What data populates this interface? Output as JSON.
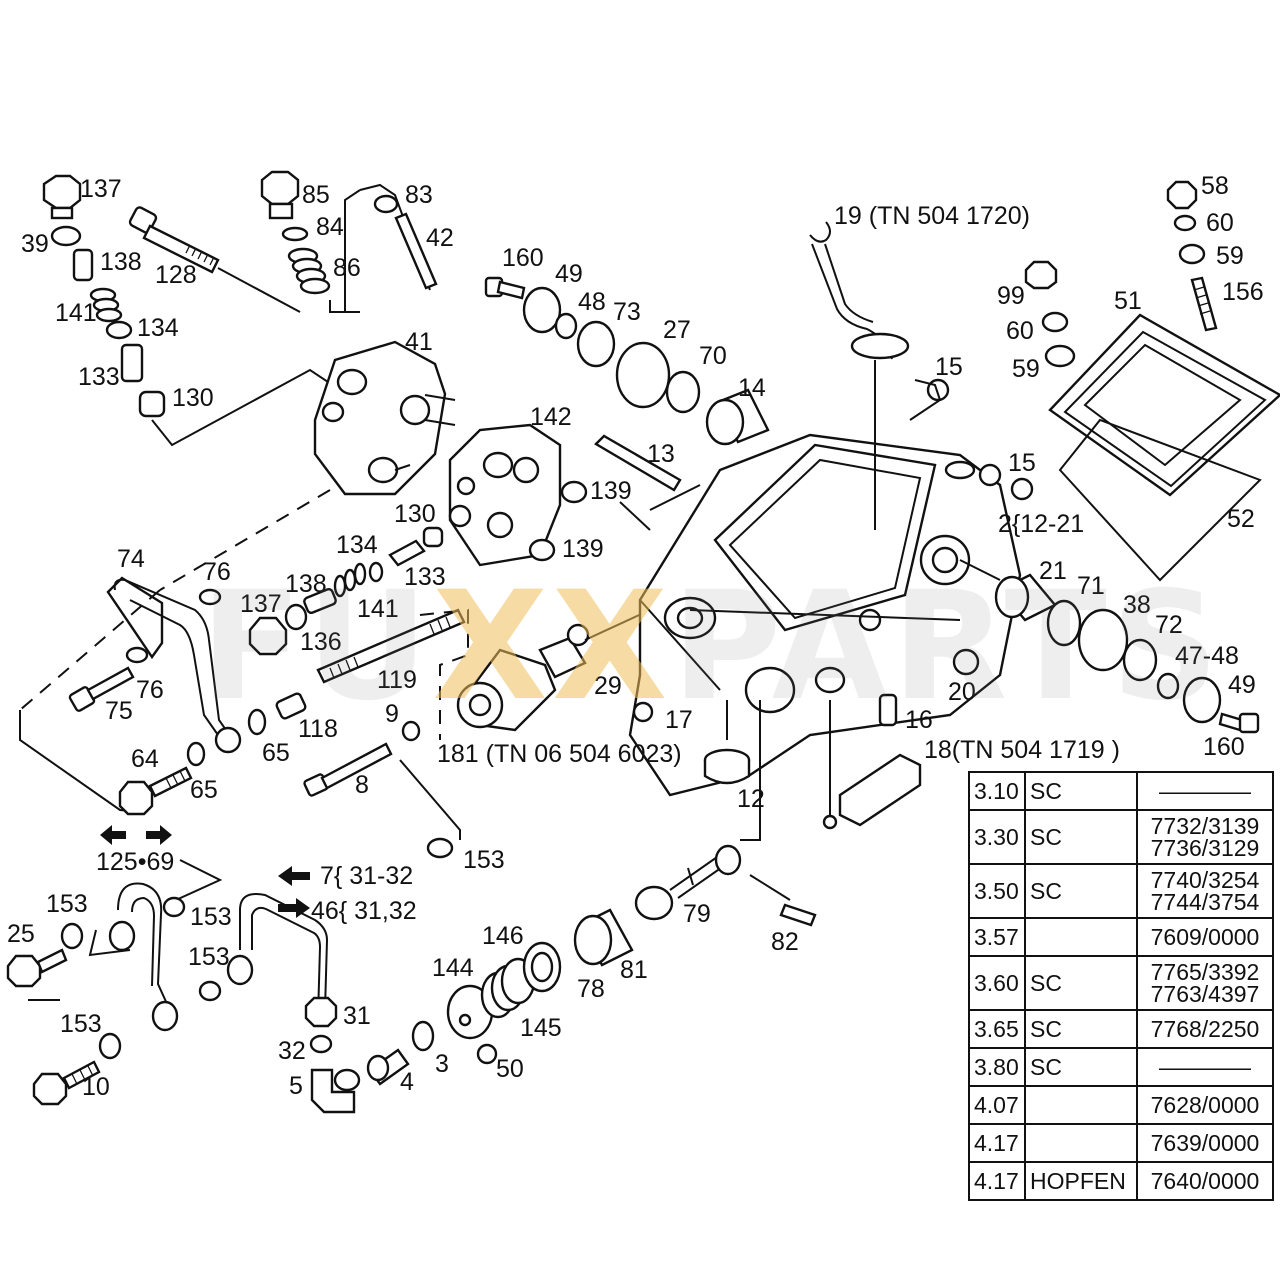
{
  "callouts": {
    "c137a": "137",
    "c39": "39",
    "c138a": "138",
    "c141a": "141",
    "c134a": "134",
    "c133a": "133",
    "c130a": "130",
    "c128": "128",
    "c85": "85",
    "c84": "84",
    "c86": "86",
    "c83": "83",
    "c42": "42",
    "c41": "41",
    "c160a": "160",
    "c49a": "49",
    "c48": "48",
    "c73": "73",
    "c27": "27",
    "c70": "70",
    "c14": "14",
    "c19": "19 (TN 504 1720)",
    "c58": "58",
    "c60a": "60",
    "c59a": "59",
    "c156": "156",
    "c99": "99",
    "c60b": "60",
    "c59b": "59",
    "c51": "51",
    "c15a": "15",
    "c15b": "15",
    "c2": "2{12-21",
    "c52": "52",
    "c142": "142",
    "c13": "13",
    "c139a": "139",
    "c139b": "139",
    "c130b": "130",
    "c134b": "134",
    "c133b": "133",
    "c74": "74",
    "c76a": "76",
    "c137b": "137",
    "c138b": "138",
    "c141b": "141",
    "c136": "136",
    "c119": "119",
    "c21": "21",
    "c71": "71",
    "c38": "38",
    "c72": "72",
    "c4748": "47-48",
    "c49b": "49",
    "c160b": "160",
    "c75": "75",
    "c76b": "76",
    "c118": "118",
    "c65a": "65",
    "c64": "64",
    "c65b": "65",
    "c9": "9",
    "c8": "8",
    "c29": "29",
    "c17": "17",
    "c20": "20",
    "c16": "16",
    "c181": "181 (TN 06 504 6023)",
    "c18": "18(TN 504 1719 )",
    "c12": "12",
    "c12569": "125•69",
    "c153a": "153",
    "c153b": "153",
    "c153c": "153",
    "c153d": "153",
    "c153e": "153",
    "c25": "25",
    "c10": "10",
    "c7": "7{ 31-32",
    "c46": "46{ 31,32",
    "c31": "31",
    "c32": "32",
    "c5": "5",
    "c4": "4",
    "c3": "3",
    "c50": "50",
    "c144": "144",
    "c146": "146",
    "c145": "145",
    "c78": "78",
    "c81": "81",
    "c79": "79",
    "c82": "82"
  },
  "watermark": {
    "pre": "FU",
    "mid": "XX",
    "post": "PARTS"
  },
  "table": {
    "rows": [
      {
        "ver": "3.10",
        "type": "SC",
        "nums": [
          "————"
        ]
      },
      {
        "ver": "3.30",
        "type": "SC",
        "nums": [
          "7732/3139",
          "7736/3129"
        ]
      },
      {
        "ver": "3.50",
        "type": "SC",
        "nums": [
          "7740/3254",
          "7744/3754"
        ]
      },
      {
        "ver": "3.57",
        "type": "",
        "nums": [
          "7609/0000"
        ]
      },
      {
        "ver": "3.60",
        "type": "SC",
        "nums": [
          "7765/3392",
          "7763/4397"
        ]
      },
      {
        "ver": "3.65",
        "type": "SC",
        "nums": [
          "7768/2250"
        ]
      },
      {
        "ver": "3.80",
        "type": "SC",
        "nums": [
          "————"
        ]
      },
      {
        "ver": "4.07",
        "type": "",
        "nums": [
          "7628/0000"
        ]
      },
      {
        "ver": "4.17",
        "type": "",
        "nums": [
          "7639/0000"
        ]
      },
      {
        "ver": "4.17",
        "type": "HOPFEN",
        "nums": [
          "7640/0000"
        ]
      }
    ]
  }
}
